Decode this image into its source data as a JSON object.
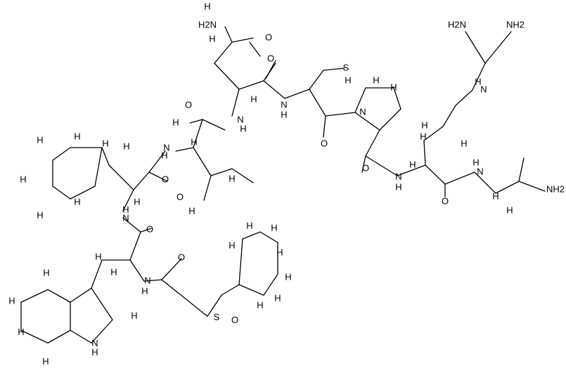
{
  "atom_labels": [
    {
      "text": "H2N"
    },
    {
      "text": "O"
    },
    {
      "text": "O"
    },
    {
      "text": "S"
    },
    {
      "text": "H2N"
    },
    {
      "text": "NH2"
    },
    {
      "text": "N"
    },
    {
      "text": "H"
    },
    {
      "text": "O"
    },
    {
      "text": "N"
    },
    {
      "text": "H"
    },
    {
      "text": "N"
    },
    {
      "text": "H"
    },
    {
      "text": "N"
    },
    {
      "text": "O"
    },
    {
      "text": "N"
    },
    {
      "text": "H"
    },
    {
      "text": "O"
    },
    {
      "text": "N"
    },
    {
      "text": "H"
    },
    {
      "text": "O"
    },
    {
      "text": "N"
    },
    {
      "text": "H"
    },
    {
      "text": "O"
    },
    {
      "text": "NH2"
    },
    {
      "text": "O"
    },
    {
      "text": "O"
    },
    {
      "text": "N"
    },
    {
      "text": "H"
    },
    {
      "text": "O"
    },
    {
      "text": "N"
    },
    {
      "text": "H"
    },
    {
      "text": "N"
    },
    {
      "text": "H"
    },
    {
      "text": "S"
    },
    {
      "text": "O"
    },
    {
      "text": "H"
    },
    {
      "text": "H"
    },
    {
      "text": "H"
    },
    {
      "text": "H"
    },
    {
      "text": "H"
    },
    {
      "text": "H"
    },
    {
      "text": "H"
    },
    {
      "text": "H"
    },
    {
      "text": "H"
    },
    {
      "text": "H"
    },
    {
      "text": "H"
    },
    {
      "text": "H"
    },
    {
      "text": "H"
    },
    {
      "text": "H"
    },
    {
      "text": "H"
    },
    {
      "text": "H"
    },
    {
      "text": "H"
    },
    {
      "text": "H"
    },
    {
      "text": "H"
    },
    {
      "text": "H"
    },
    {
      "text": "H"
    },
    {
      "text": "H"
    },
    {
      "text": "H"
    },
    {
      "text": "H"
    },
    {
      "text": "H"
    },
    {
      "text": "H"
    },
    {
      "text": "H"
    },
    {
      "text": "H"
    },
    {
      "text": "H"
    },
    {
      "text": "H"
    },
    {
      "text": "H"
    },
    {
      "text": "H"
    },
    {
      "text": "H"
    },
    {
      "text": "H"
    },
    {
      "text": "H"
    },
    {
      "text": "H"
    },
    {
      "text": "H"
    },
    {
      "text": "H"
    }
  ]
}
